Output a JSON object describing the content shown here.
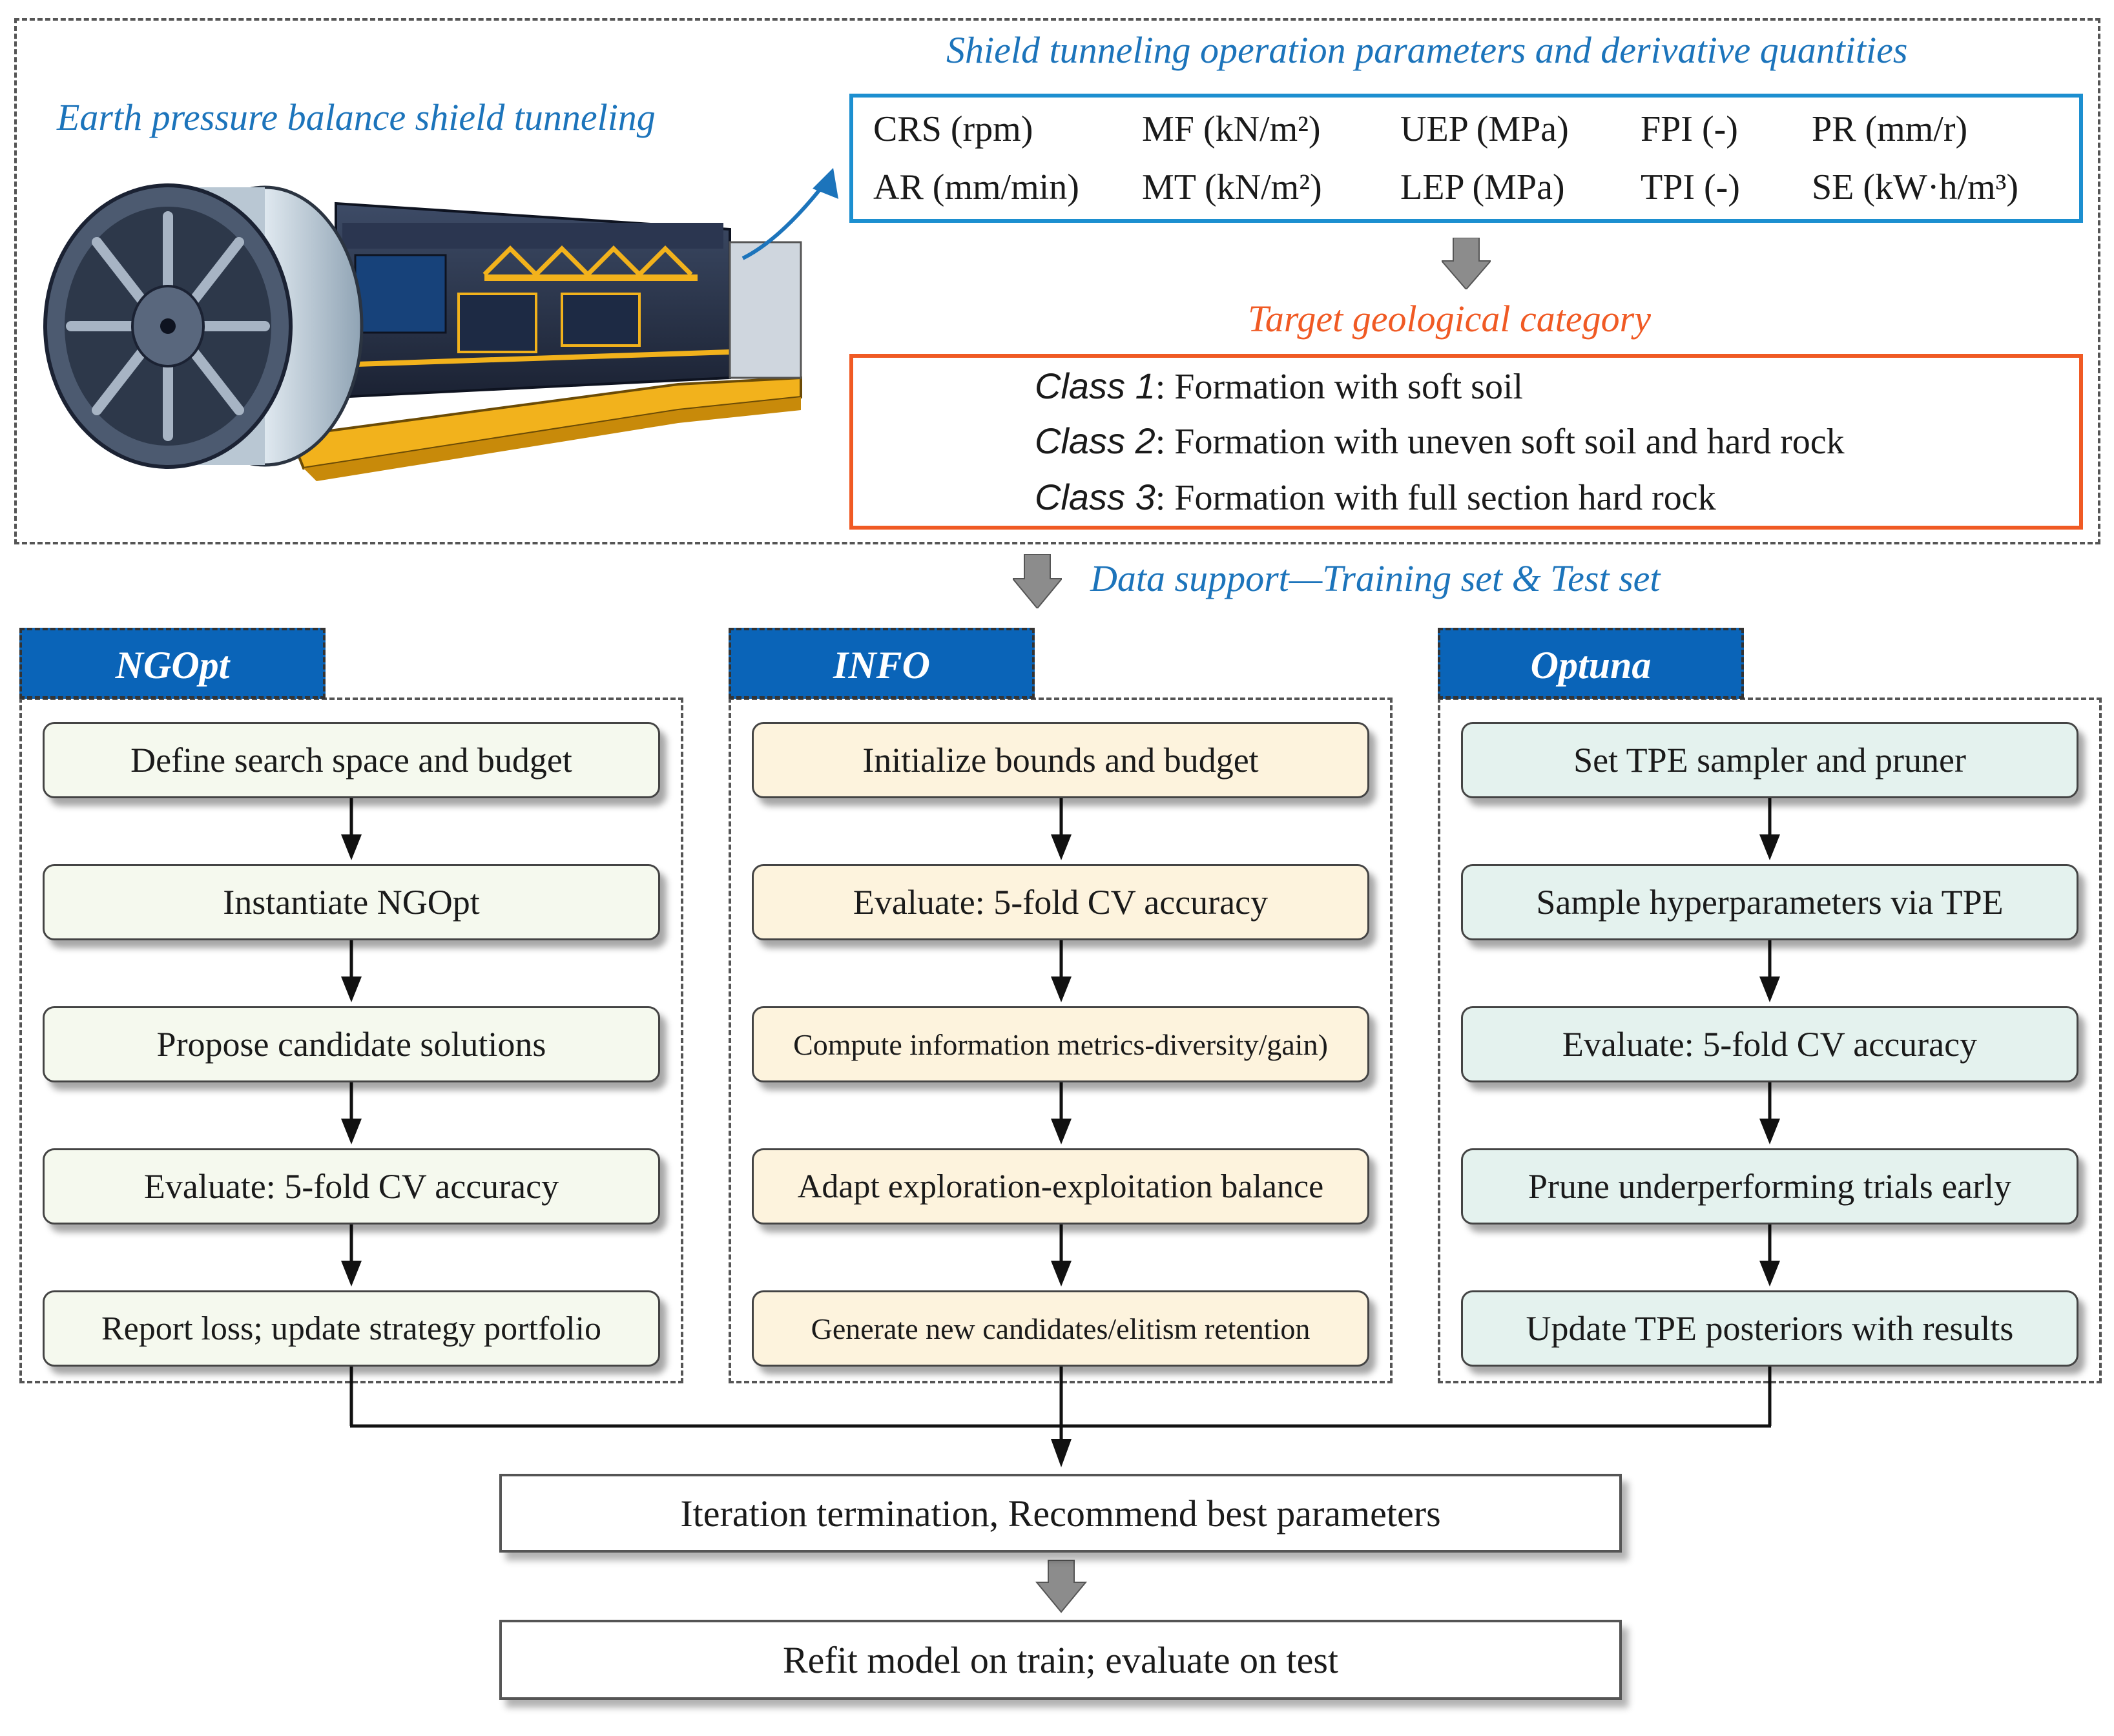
{
  "top": {
    "machine_title": "Earth pressure balance shield tunneling",
    "params_title": "Shield tunneling operation parameters and derivative quantities",
    "params": [
      [
        "CRS (rpm)",
        "MF (kN/m²)",
        "UEP (MPa)",
        "FPI (-)",
        "PR (mm/r)"
      ],
      [
        "AR (mm/min)",
        "MT (kN/m²)",
        "LEP (MPa)",
        "TPI (-)",
        "SE (kW·h/m³)"
      ]
    ],
    "geo_title": "Target geological category",
    "classes": [
      {
        "name": "Class 1",
        "desc": ": Formation with soft soil"
      },
      {
        "name": "Class 2",
        "desc": ": Formation with uneven soft soil and hard rock"
      },
      {
        "name": "Class 3",
        "desc": ": Formation with full section hard rock"
      }
    ],
    "data_support": "Data support—Training set & Test set"
  },
  "columns": [
    {
      "tab": "NGOpt",
      "steps": [
        "Define search space and budget",
        "Instantiate NGOpt",
        "Propose candidate solutions",
        "Evaluate: 5-fold CV accuracy",
        "Report loss; update strategy portfolio"
      ]
    },
    {
      "tab": "INFO",
      "steps": [
        "Initialize bounds and budget",
        "Evaluate: 5-fold CV accuracy",
        "Compute information metrics-diversity/gain)",
        "Adapt exploration-exploitation balance",
        "Generate new candidates/elitism retention"
      ]
    },
    {
      "tab": "Optuna",
      "steps": [
        "Set TPE sampler and pruner",
        "Sample hyperparameters via TPE",
        "Evaluate: 5-fold CV accuracy",
        "Prune underperforming trials early",
        "Update TPE posteriors with results"
      ]
    }
  ],
  "final": {
    "terminate": "Iteration termination, Recommend best parameters",
    "refit": "Refit model on train; evaluate on test"
  },
  "colors": {
    "blue": "#1c74bb",
    "orange": "#f05a24",
    "tab": "#0a64b8"
  }
}
